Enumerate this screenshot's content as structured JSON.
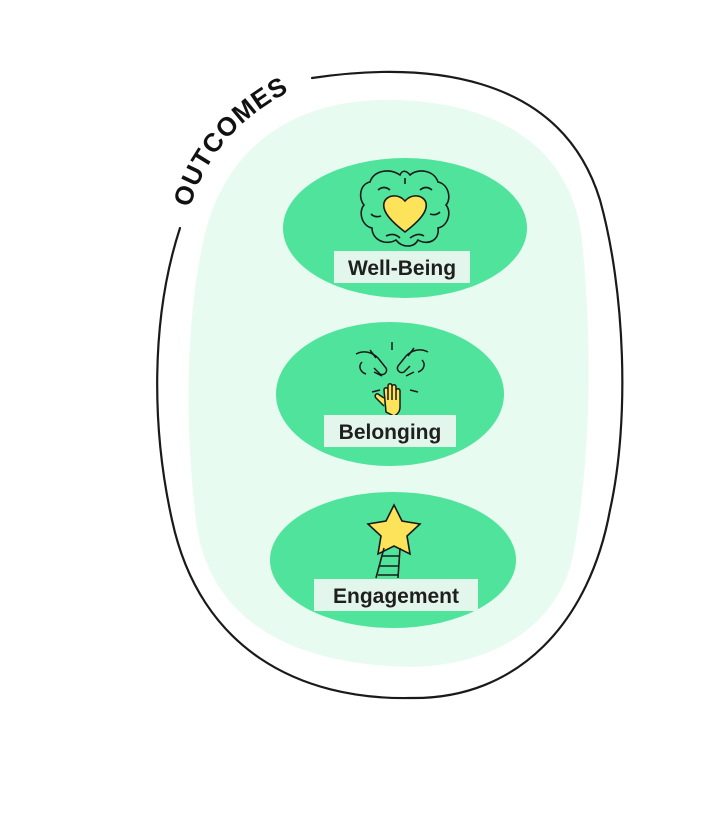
{
  "diagram": {
    "group_label": "OUTCOMES",
    "items": [
      {
        "label": "Well-Being",
        "icon": "brain-heart-icon"
      },
      {
        "label": "Belonging",
        "icon": "helping-hands-icon"
      },
      {
        "label": "Engagement",
        "icon": "star-ladder-icon"
      }
    ]
  },
  "colors": {
    "outer_fill": "#e7fbf0",
    "pill_fill": "#4fe39b",
    "label_bg": "#e3f6ec",
    "icon_yellow": "#fde35a",
    "stroke": "#1a1a1a"
  }
}
